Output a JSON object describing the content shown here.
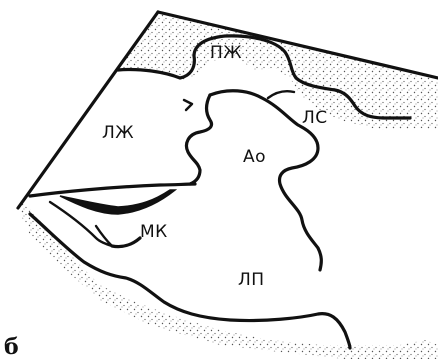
{
  "figure": {
    "panel_label": "б",
    "regions": {
      "rv": "ПЖ",
      "lv": "ЛЖ",
      "la_upper": "ЛС",
      "aorta": "Ао",
      "mitral": "МК",
      "la_lower": "ЛП"
    },
    "colors": {
      "line": "#111111",
      "stipple": "#555555",
      "background": "#ffffff"
    }
  }
}
